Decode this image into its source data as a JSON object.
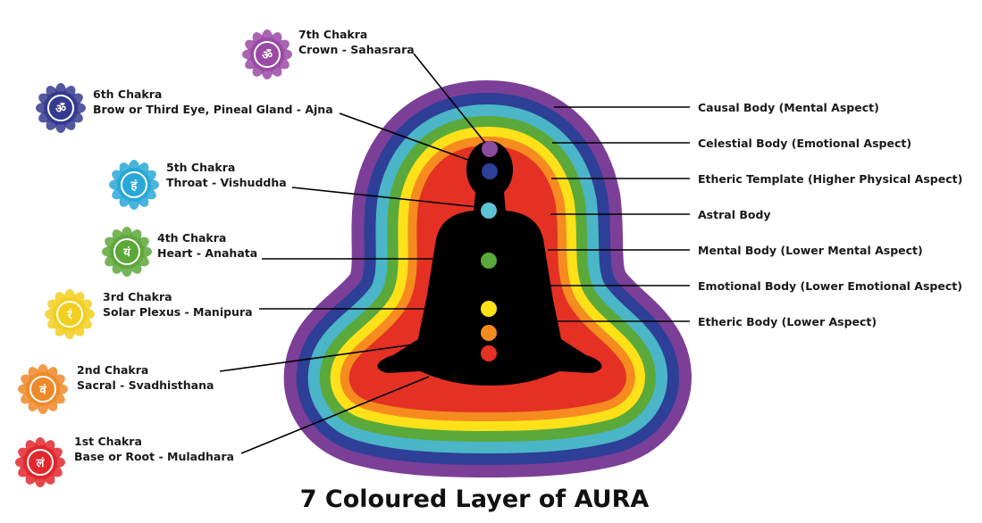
{
  "title": "7 Coloured Layer of AURA",
  "colors": {
    "violet": "#7b3f98",
    "indigo": "#2d3f96",
    "blue": "#4ab6c8",
    "green": "#5aa93a",
    "yellow": "#ffe11a",
    "orange": "#f68b1f",
    "red": "#e43123",
    "body": "#000000"
  },
  "chakras": [
    {
      "name": "7th Chakra",
      "desc": "Crown - Sahasrara",
      "color": "#9a4aa5",
      "icon": "crown-chakra-icon",
      "symbol": "ॐ"
    },
    {
      "name": "6th Chakra",
      "desc": "Brow or Third Eye, Pineal Gland - Ajna",
      "color": "#353b8f",
      "icon": "third-eye-chakra-icon",
      "symbol": "ॐ"
    },
    {
      "name": "5th Chakra",
      "desc": "Throat - Vishuddha",
      "color": "#29a8d8",
      "icon": "throat-chakra-icon",
      "symbol": "हं"
    },
    {
      "name": "4th Chakra",
      "desc": "Heart - Anahata",
      "color": "#5ea73a",
      "icon": "heart-chakra-icon",
      "symbol": "यं"
    },
    {
      "name": "3rd Chakra",
      "desc": "Solar Plexus - Manipura",
      "color": "#f3cf1f",
      "icon": "solar-plexus-chakra-icon",
      "symbol": "रं"
    },
    {
      "name": "2nd Chakra",
      "desc": "Sacral - Svadhisthana",
      "color": "#ef8a2a",
      "icon": "sacral-chakra-icon",
      "symbol": "वं"
    },
    {
      "name": "1st Chakra",
      "desc": "Base or Root - Muladhara",
      "color": "#e2272d",
      "icon": "root-chakra-icon",
      "symbol": "लं"
    }
  ],
  "layers": [
    "Causal Body (Mental Aspect)",
    "Celestial Body (Emotional Aspect)",
    "Etheric Template (Higher Physical Aspect)",
    "Astral Body",
    "Mental Body (Lower Mental Aspect)",
    "Emotional Body (Lower Emotional Aspect)",
    "Etheric Body (Lower Aspect)"
  ]
}
